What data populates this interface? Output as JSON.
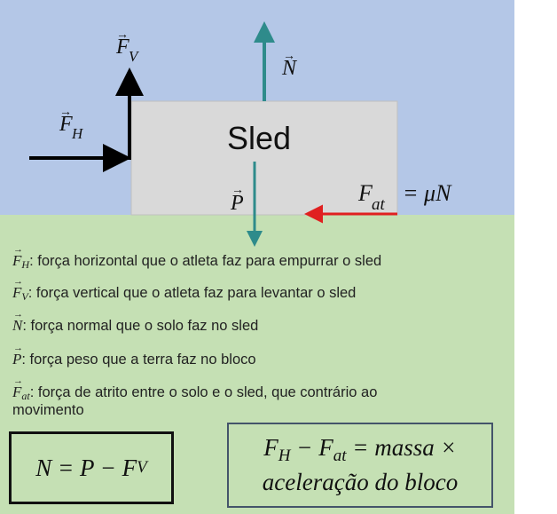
{
  "diagram": {
    "block_label": "Sled",
    "forces": {
      "fh": {
        "symbol": "F",
        "sub": "H"
      },
      "fv": {
        "symbol": "F",
        "sub": "V"
      },
      "n": {
        "symbol": "N"
      },
      "p": {
        "symbol": "P"
      },
      "fat": {
        "symbol": "F",
        "sub": "at",
        "equation_rhs": "= μN"
      }
    },
    "colors": {
      "sky": "#b4c7e7",
      "ground": "#c5e0b4",
      "block": "#d9d9d9",
      "arrow_black": "#000000",
      "arrow_teal": "#2e8b8b",
      "arrow_red": "#e02020"
    }
  },
  "legend": [
    {
      "symbol": "F",
      "sub": "H",
      "text": ": força horizontal que o atleta faz para empurrar o sled"
    },
    {
      "symbol": "F",
      "sub": "V",
      "text": ": força vertical que o atleta faz para levantar o sled"
    },
    {
      "symbol": "N",
      "sub": "",
      "text": ": força normal que o solo faz no sled"
    },
    {
      "symbol": "P",
      "sub": "",
      "text": ": força peso que a terra faz no bloco"
    },
    {
      "symbol": "F",
      "sub": "at",
      "text": ": força de atrito entre o solo e o sled, que contrário ao",
      "text2": "movimento"
    }
  ],
  "equations": {
    "normal": "N = P − F",
    "normal_sub": "V",
    "newton_line1_a": "F",
    "newton_line1_sub_h": "H",
    "newton_line1_mid": " − F",
    "newton_line1_sub_at": "at",
    "newton_line1_b": " = massa ×",
    "newton_line2": "aceleração do bloco"
  }
}
